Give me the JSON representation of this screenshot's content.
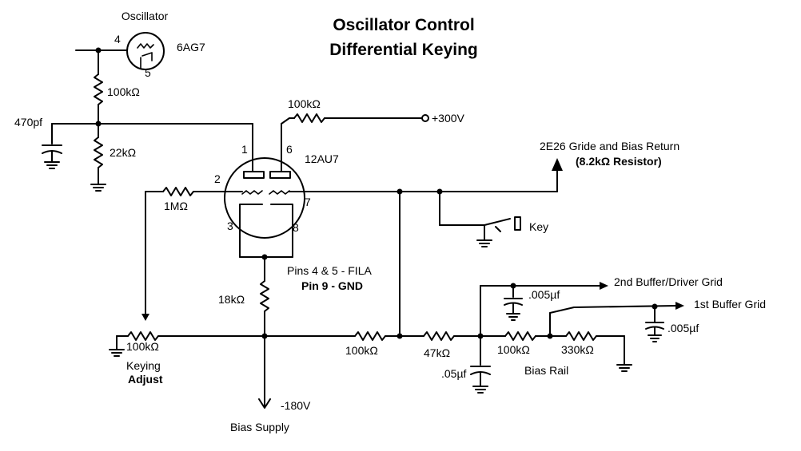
{
  "title": {
    "line1": "Oscillator Control",
    "line2": "Differential Keying"
  },
  "oscillator": {
    "label": "Oscillator",
    "tube": "6AG7",
    "pin_a": "4",
    "pin_b": "5"
  },
  "main_tube": {
    "name": "12AU7",
    "pins": {
      "p1": "1",
      "p2": "2",
      "p3": "3",
      "p6": "6",
      "p7": "7",
      "p8": "8"
    }
  },
  "components": {
    "r_osc_grid": "100kΩ",
    "cap_470": "470pf",
    "r_22k": "22kΩ",
    "r_1m": "1MΩ",
    "r_plate": "100kΩ",
    "r_cathode": "18kΩ",
    "pot": "100kΩ",
    "r_mid": "100kΩ",
    "r_47k": "47kΩ",
    "cap_05": ".05µf",
    "r_bias_100k": "100kΩ",
    "r_330k": "330kΩ",
    "cap_005_a": ".005µf",
    "cap_005_b": ".005µf"
  },
  "labels": {
    "b_plus": "+300V",
    "return_line1": "2E26 Gride and Bias Return",
    "return_line2": "(8.2kΩ Resistor)",
    "key": "Key",
    "pins_fila": "Pins 4 & 5 - FILA",
    "pin9": "Pin 9 - GND",
    "buffer2": "2nd Buffer/Driver Grid",
    "buffer1": "1st Buffer Grid",
    "bias_rail": "Bias Rail",
    "keying": "Keying",
    "adjust": "Adjust",
    "neg_supply": "-180V",
    "bias_supply": "Bias Supply"
  }
}
